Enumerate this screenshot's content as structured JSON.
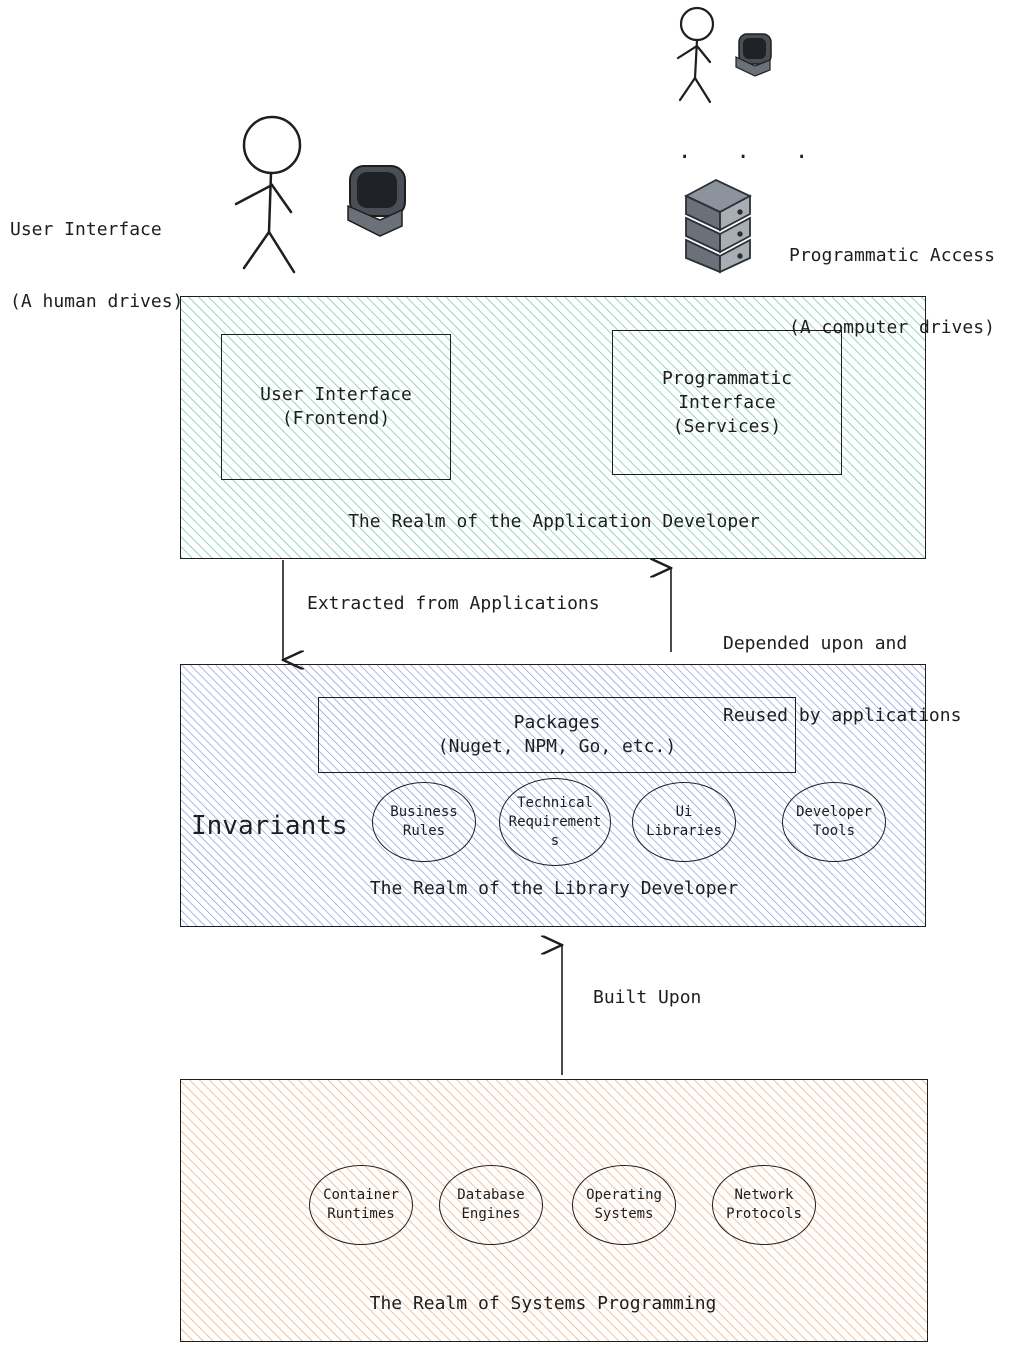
{
  "actors": {
    "human_label_line1": "User Interface",
    "human_label_line2": "(A human drives)",
    "computer_label_line1": "Programmatic Access",
    "computer_label_line2": "(A computer drives)",
    "ellipsis": ". . ."
  },
  "app_realm": {
    "color": "#2fb584",
    "title": "The Realm of the Application Developer",
    "ui_box": "User Interface\n(Frontend)",
    "pi_box": "Programmatic\nInterface\n(Services)"
  },
  "arrows": {
    "extracted": "Extracted from Applications",
    "depended_line1": "Depended upon and",
    "depended_line2": "Reused by applications",
    "built_upon": "Built Upon"
  },
  "lib_realm": {
    "color": "#4a5bd6",
    "title": "The Realm of the Library Developer",
    "invariants": "Invariants",
    "packages": "Packages\n(Nuget, NPM, Go, etc.)",
    "ovals": [
      "Business\nRules",
      "Technical\nRequirement\ns",
      "Ui\nLibraries",
      "Developer\nTools"
    ]
  },
  "sys_realm": {
    "color": "#f08a3c",
    "title": "The Realm of Systems Programming",
    "ovals": [
      "Container\nRuntimes",
      "Database\nEngines",
      "Operating\nSystems",
      "Network\nProtocols"
    ]
  }
}
